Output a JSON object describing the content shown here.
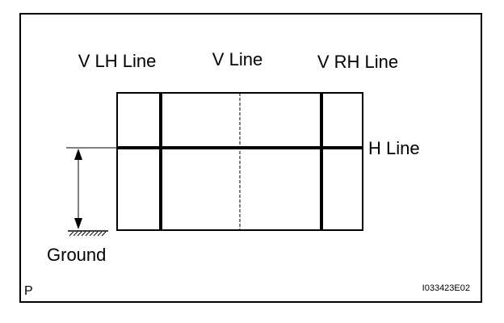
{
  "diagram": {
    "labels": {
      "v_lh": "V LH Line",
      "v_center": "V Line",
      "v_rh": "V RH Line",
      "h": "H Line",
      "ground": "Ground"
    },
    "corner_mark": "P",
    "figure_id": "I033423E02"
  }
}
